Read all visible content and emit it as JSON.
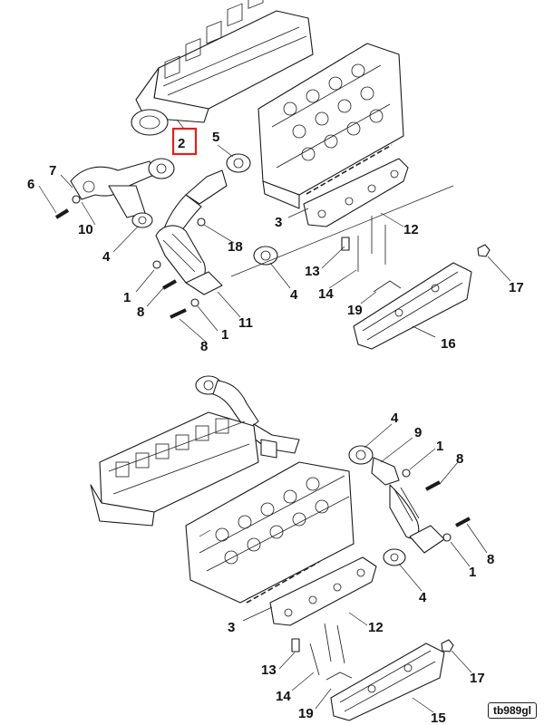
{
  "diagram": {
    "reference_code": "tb989gl",
    "highlight_color": "#e0201b",
    "top_view": {
      "highlighted_callout": "2",
      "callouts": [
        "2",
        "5",
        "7",
        "6",
        "10",
        "4",
        "18",
        "3",
        "12",
        "1",
        "8",
        "13",
        "14",
        "4",
        "19",
        "11",
        "17",
        "8",
        "1",
        "16"
      ]
    },
    "bottom_view": {
      "callouts": [
        "4",
        "9",
        "1",
        "8",
        "8",
        "1",
        "4",
        "3",
        "12",
        "13",
        "14",
        "19",
        "17",
        "15"
      ]
    }
  }
}
